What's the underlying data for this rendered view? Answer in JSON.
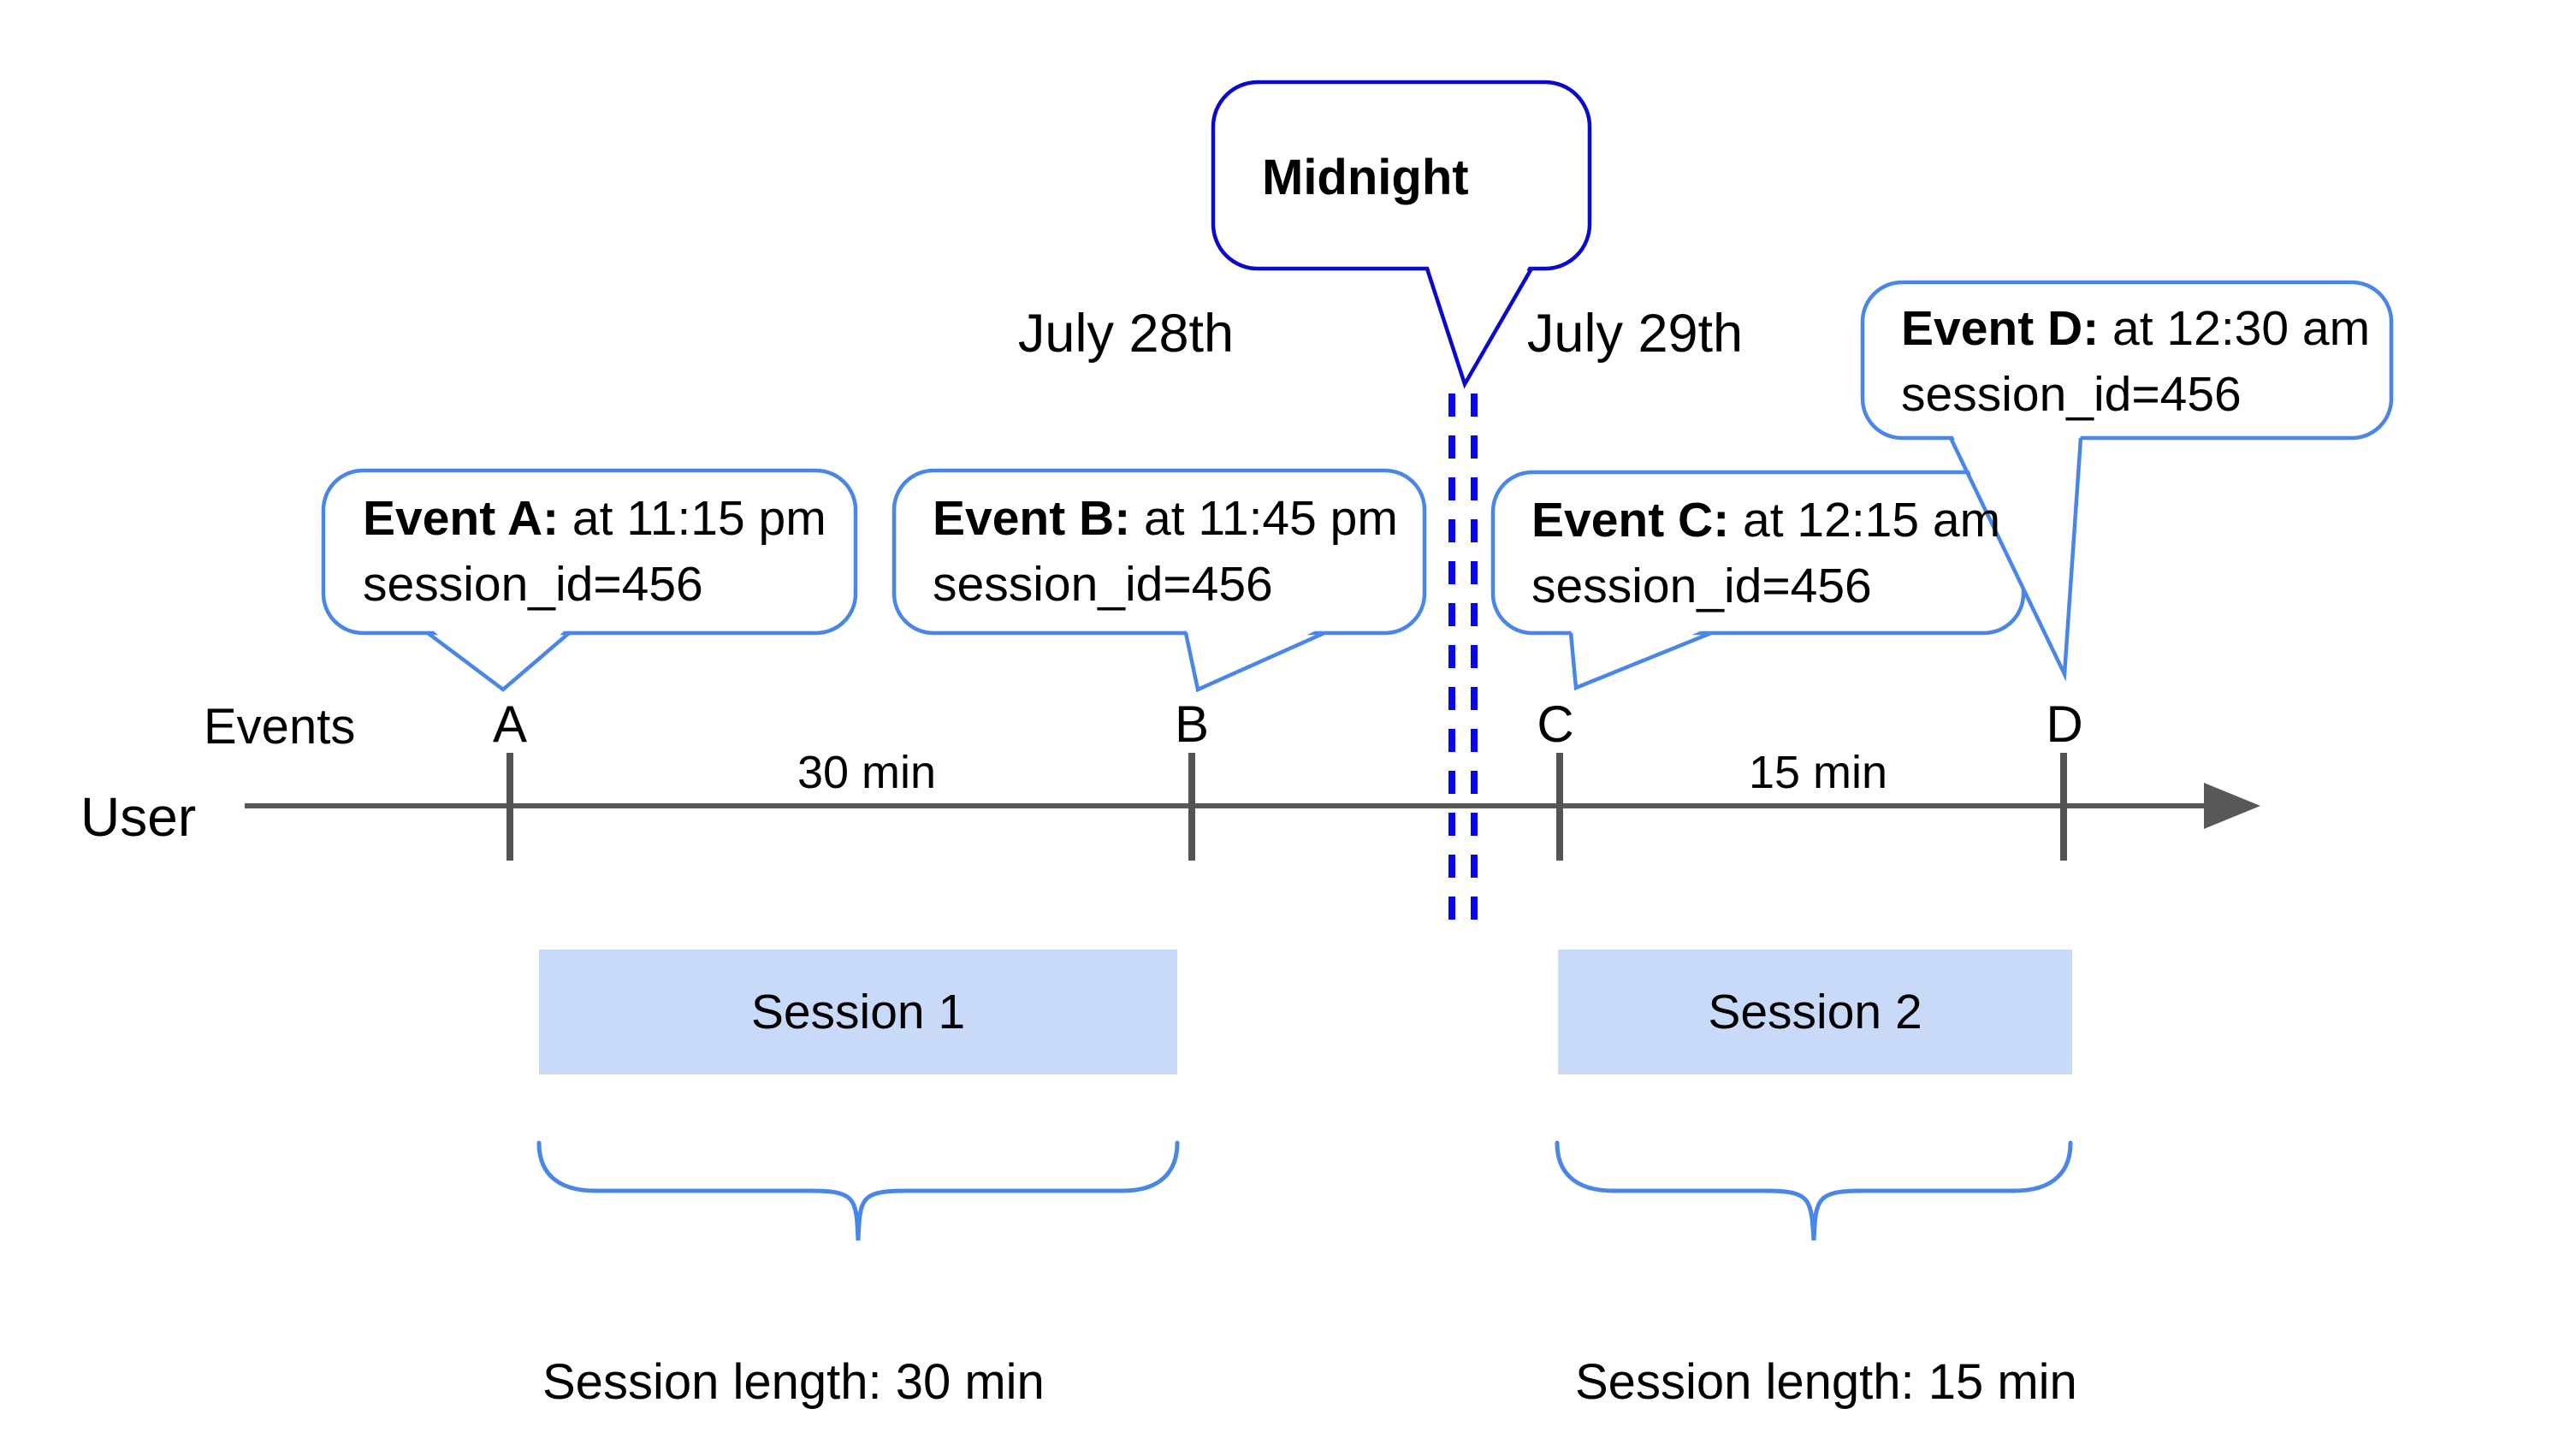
{
  "palette": {
    "callout_border": "#4a86e8",
    "midnight_border": "#0a0acc",
    "dashed_divider": "#0708ee",
    "session_fill": "#c9daf8",
    "axis_gray": "#58585a",
    "text_color": "#000000"
  },
  "labels": {
    "events_axis": "Events",
    "user_axis": "User",
    "date_left": "July 28th",
    "date_right": "July 29th",
    "midnight": "Midnight"
  },
  "events": [
    {
      "letter": "A",
      "callout_title": "Event A:",
      "callout_time": " at 11:15 pm",
      "callout_session": "session_id=456"
    },
    {
      "letter": "B",
      "callout_title": "Event B:",
      "callout_time": " at 11:45 pm",
      "callout_session": "session_id=456"
    },
    {
      "letter": "C",
      "callout_title": "Event C:",
      "callout_time": " at 12:15 am",
      "callout_session": "session_id=456"
    },
    {
      "letter": "D",
      "callout_title": "Event D:",
      "callout_time": " at 12:30 am",
      "callout_session": "session_id=456"
    }
  ],
  "intervals": [
    {
      "label": "30 min"
    },
    {
      "label": "15 min"
    }
  ],
  "sessions": [
    {
      "label": "Session 1",
      "length_label": "Session length: 30 min"
    },
    {
      "label": "Session 2",
      "length_label": "Session length: 15 min"
    }
  ]
}
